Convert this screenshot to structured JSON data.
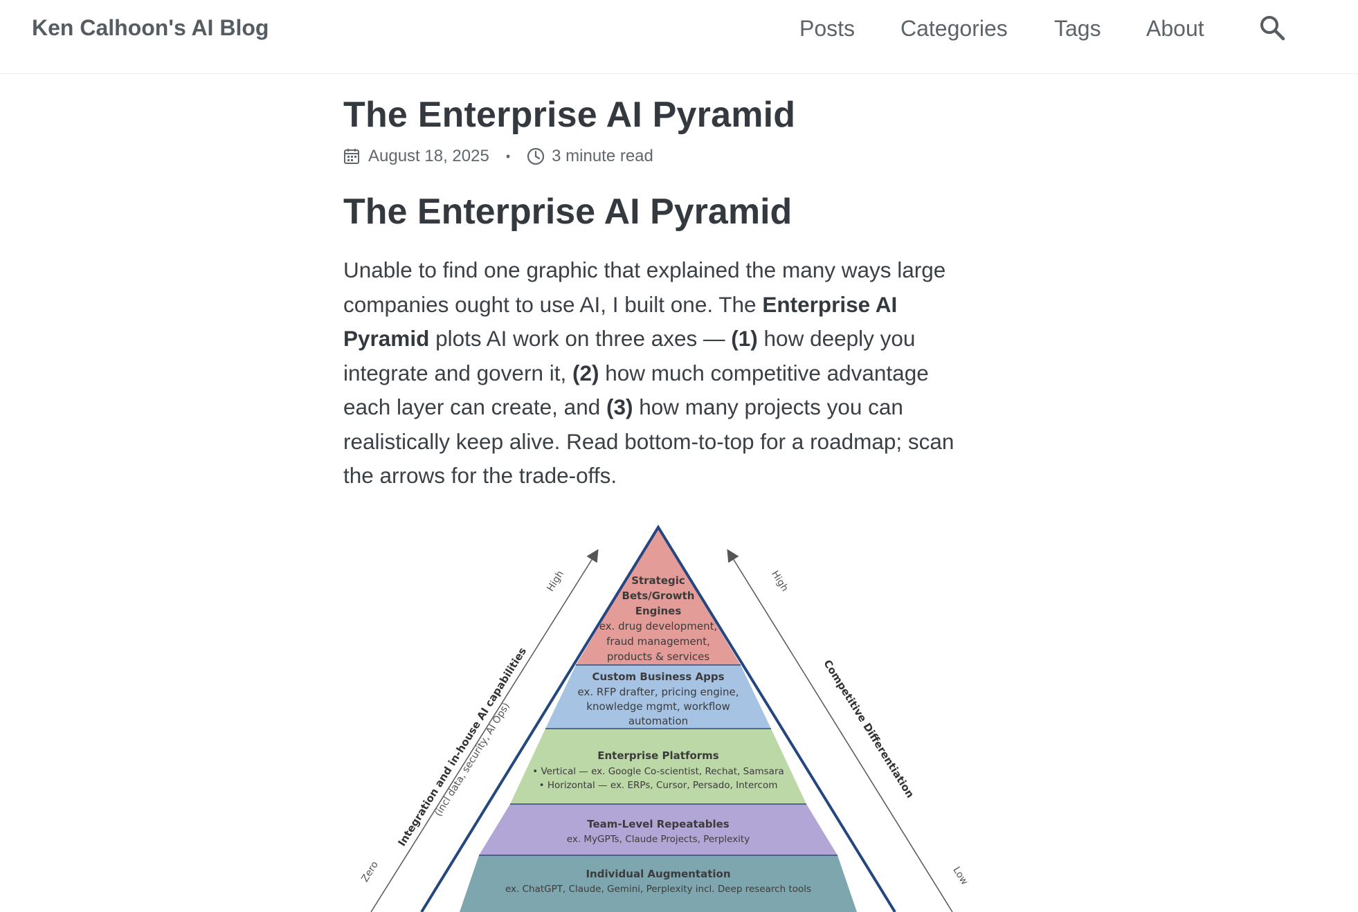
{
  "site": {
    "brand": "Ken Calhoon's AI Blog"
  },
  "nav": {
    "items": [
      {
        "label": "Posts"
      },
      {
        "label": "Categories"
      },
      {
        "label": "Tags"
      },
      {
        "label": "About"
      }
    ],
    "search_icon": "search-icon"
  },
  "post": {
    "title": "The Enterprise AI Pyramid",
    "date": "August 18, 2025",
    "separator": "•",
    "read_time": "3 minute read",
    "heading": "The Enterprise AI Pyramid",
    "paragraph": {
      "p1": "Unable to find one graphic that explained the many ways large companies ought to use AI, I built one. The ",
      "b1": "Enterprise AI Pyramid",
      "p2": " plots AI work on three axes — ",
      "b2": "(1)",
      "p3": " how deeply you integrate and govern it, ",
      "b3": "(2)",
      "p4": " how much competitive advantage each layer can create, and ",
      "b4": "(3)",
      "p5": " how many projects you can realistically keep alive. Read bottom-to-top for a roadmap; scan the arrows for the trade-offs."
    }
  },
  "pyramid": {
    "left_axis": {
      "label": "Integration and in-house AI capabilities",
      "sublabel": "(incl data, security, AI Ops)",
      "high": "High",
      "low": "Zero"
    },
    "right_axis": {
      "label": "Competitive Differentiation",
      "high": "High",
      "low": "Low"
    },
    "layers": [
      {
        "title_lines": [
          "Strategic",
          "Bets/Growth",
          "Engines"
        ],
        "desc_lines": [
          "ex. drug development,",
          "fraud management,",
          "products & services"
        ],
        "color": "#e39c98"
      },
      {
        "title_lines": [
          "Custom Business Apps"
        ],
        "desc_lines": [
          "ex. RFP drafter, pricing engine,",
          "knowledge mgmt, workflow",
          "automation"
        ],
        "color": "#a7c3e4"
      },
      {
        "title_lines": [
          "Enterprise  Platforms"
        ],
        "desc_lines": [
          "•  Vertical — ex. Google Co-scientist, Rechat, Samsara",
          "• Horizontal — ex. ERPs, Cursor, Persado, Intercom"
        ],
        "color": "#bcd8a6"
      },
      {
        "title_lines": [
          "Team-Level Repeatables"
        ],
        "desc_lines": [
          "ex. MyGPTs, Claude Projects, Perplexity"
        ],
        "color": "#b1a6d5"
      },
      {
        "title_lines": [
          "Individual Augmentation"
        ],
        "desc_lines": [
          "ex. ChatGPT, Claude, Gemini, Perplexity incl. Deep research tools"
        ],
        "color": "#7ea6ae"
      }
    ]
  }
}
